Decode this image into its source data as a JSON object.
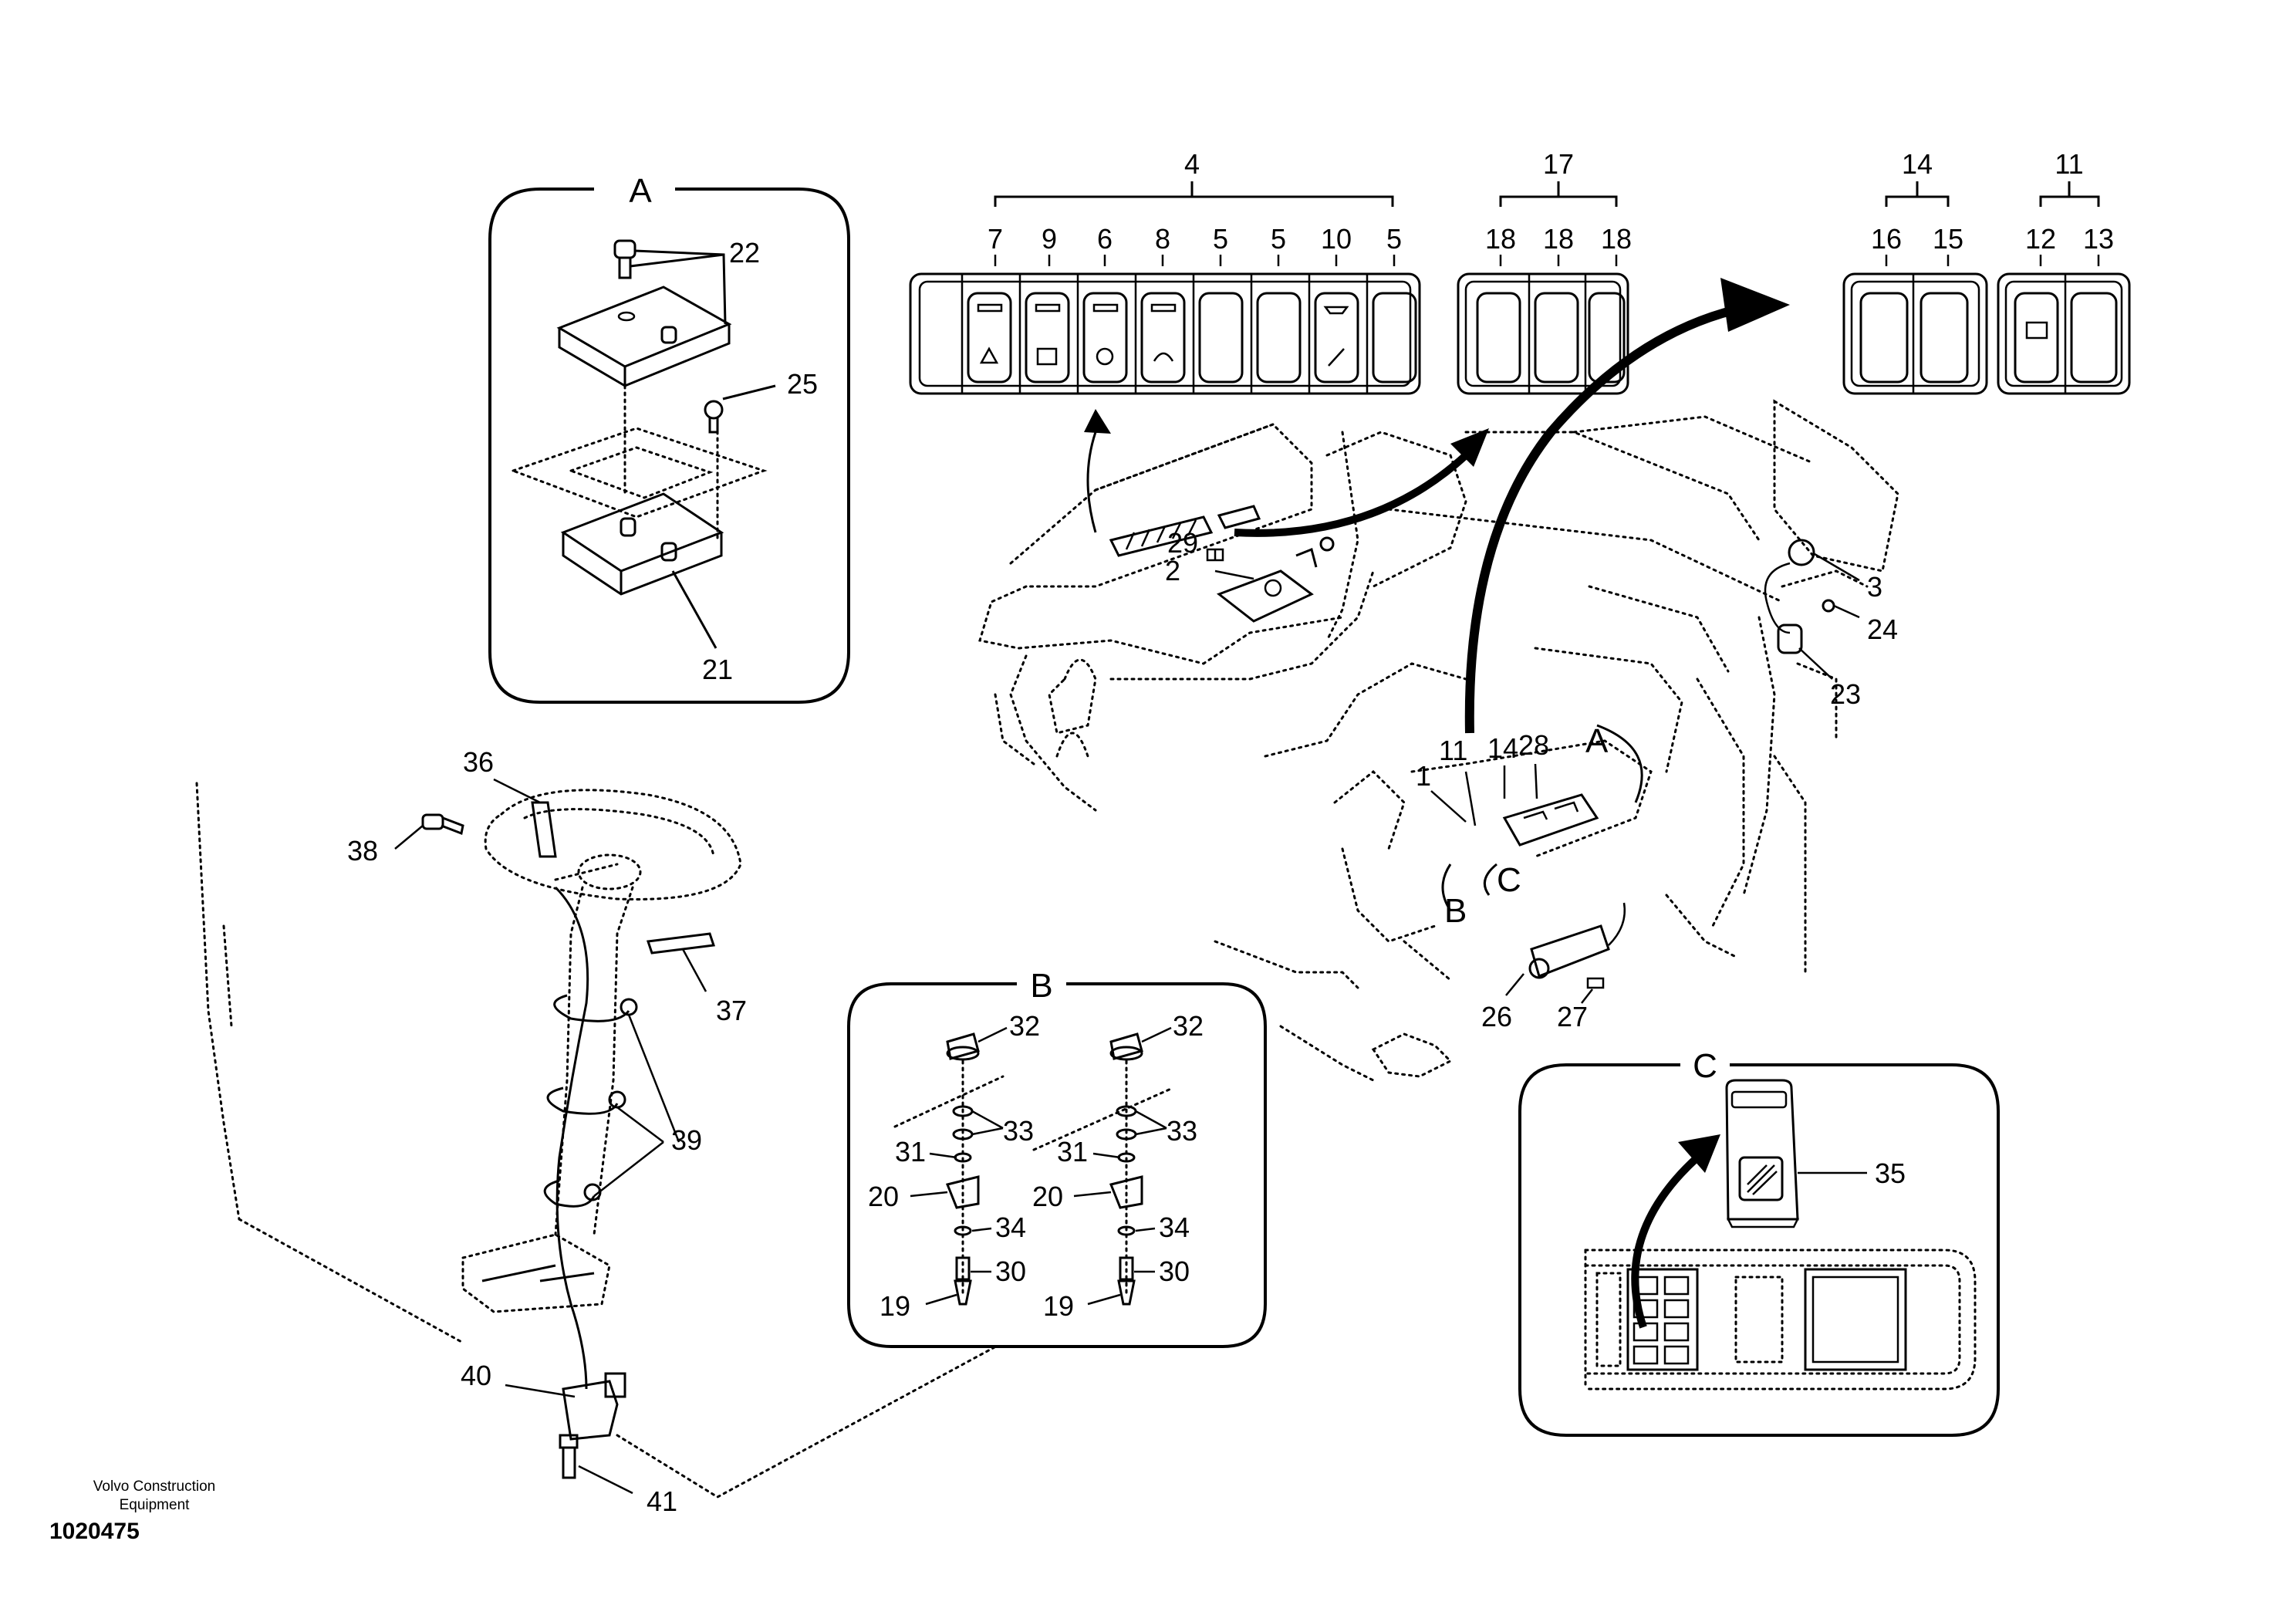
{
  "detail_labels": {
    "a": "A",
    "b": "B",
    "c": "C"
  },
  "callouts": {
    "n1": "1",
    "n2": "2",
    "n3": "3",
    "n4": "4",
    "n5": "5",
    "n6": "6",
    "n7": "7",
    "n8": "8",
    "n9": "9",
    "n10": "10",
    "n11": "11",
    "n12": "12",
    "n13": "13",
    "n14": "14",
    "n15": "15",
    "n16": "16",
    "n17": "17",
    "n18": "18",
    "n19": "19",
    "n20": "20",
    "n21": "21",
    "n22": "22",
    "n23": "23",
    "n24": "24",
    "n25": "25",
    "n26": "26",
    "n27": "27",
    "n28": "28",
    "n29": "29",
    "n30": "30",
    "n31": "31",
    "n32": "32",
    "n33": "33",
    "n34": "34",
    "n35": "35",
    "n36": "36",
    "n37": "37",
    "n38": "38",
    "n39": "39",
    "n40": "40",
    "n41": "41"
  },
  "footer": {
    "company_line1": "Volvo Construction",
    "company_line2": "Equipment",
    "figure_number": "1020475"
  }
}
